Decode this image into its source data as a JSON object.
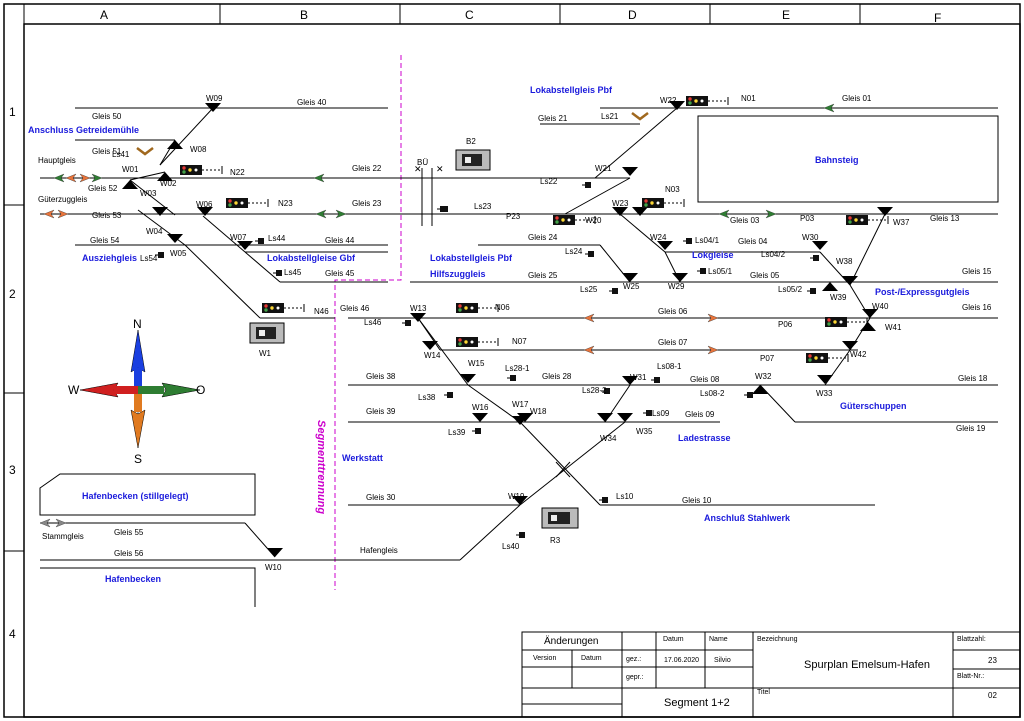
{
  "ruler": {
    "columns": [
      "A",
      "B",
      "C",
      "D",
      "E",
      "F"
    ],
    "rows": [
      "1",
      "2",
      "3",
      "4"
    ]
  },
  "areas": {
    "getreidemuehle": "Anschluss Getreidemühle",
    "ausziehgleis": "Ausziehgleis",
    "lokabstell_gbf": "Lokabstellgleise Gbf",
    "lokabstell_pbf_top": "Lokabstellgleis Pbf",
    "lokabstell_pbf_mid": "Lokabstellgleis Pbf",
    "hilfszuggleis": "Hilfszuggleis",
    "bahnsteig": "Bahnsteig",
    "lokgleise": "Lokgleise",
    "post": "Post-/Expressgutgleis",
    "gueterschuppen": "Güterschuppen",
    "ladestrasse": "Ladestrasse",
    "werkstatt": "Werkstatt",
    "stahlwerk": "Anschluß Stahlwerk",
    "hafenbecken_still": "Hafenbecken (stillgelegt)",
    "hafenbecken": "Hafenbecken",
    "segmenttrennung": "Segmenttrennung"
  },
  "gleise": {
    "g50": "Gleis 50",
    "g40": "Gleis 40",
    "g51": "Gleis 51",
    "hauptgleis": "Hauptgleis",
    "g22": "Gleis 22",
    "g52": "Gleis 52",
    "gueterzug": "Güterzuggleis",
    "g53": "Gleis 53",
    "g23": "Gleis 23",
    "g54": "Gleis 54",
    "g44": "Gleis 44",
    "g45": "Gleis 45",
    "g46": "Gleis 46",
    "g21": "Gleis 21",
    "g01": "Gleis 01",
    "g03": "Gleis 03",
    "g13": "Gleis 13",
    "g24": "Gleis 24",
    "g04": "Gleis 04",
    "g25": "Gleis 25",
    "g05": "Gleis 05",
    "g15": "Gleis 15",
    "g06": "Gleis 06",
    "g16": "Gleis 16",
    "g07": "Gleis 07",
    "g38": "Gleis 38",
    "g28": "Gleis 28",
    "g08": "Gleis 08",
    "g18": "Gleis 18",
    "g39": "Gleis 39",
    "g09": "Gleis 09",
    "g19": "Gleis 19",
    "g30": "Gleis 30",
    "g10": "Gleis 10",
    "g55": "Gleis 55",
    "stammgleis": "Stammgleis",
    "g56": "Gleis 56",
    "hafengleis": "Hafengleis"
  },
  "weichen": {
    "w01": "W01",
    "w02": "W02",
    "w03": "W03",
    "w04": "W04",
    "w05": "W05",
    "w06": "W06",
    "w07": "W07",
    "w08": "W08",
    "w09": "W09",
    "w10": "W10",
    "w13": "W13",
    "w14": "W14",
    "w15": "W15",
    "w16": "W16",
    "w17": "W17",
    "w18": "W18",
    "w19": "W19",
    "w20": "W20",
    "w21": "W21",
    "w22": "W22",
    "w23": "W23",
    "w24": "W24",
    "w25": "W25",
    "w29": "W29",
    "w30": "W30",
    "w31": "W31",
    "w32": "W32",
    "w33": "W33",
    "w34": "W34",
    "w35": "W35",
    "w37": "W37",
    "w38": "W38",
    "w39": "W39",
    "w40": "W40",
    "w41": "W41",
    "w42": "W42"
  },
  "signale": {
    "n01": "N01",
    "n03": "N03",
    "n06": "N06",
    "n07": "N07",
    "n22": "N22",
    "n23": "N23",
    "n46": "N46",
    "p03": "P03",
    "p06": "P06",
    "p07": "P07",
    "p23": "P23",
    "ls05_1": "Ls05/1",
    "ls05_2": "Ls05/2",
    "ls04_1": "Ls04/1",
    "ls04_2": "Ls04/2",
    "ls08_1": "Ls08-1",
    "ls08_2": "Ls08-2",
    "ls09": "Ls09",
    "ls10": "Ls10",
    "ls21": "Ls21",
    "ls22": "Ls22",
    "ls23": "Ls23",
    "ls24": "Ls24",
    "ls25": "Ls25",
    "ls28_1": "Ls28-1",
    "ls28_2": "Ls28-2",
    "ls38": "Ls38",
    "ls39": "Ls39",
    "ls40": "Ls40",
    "ls41": "Ls41",
    "ls44": "Ls44",
    "ls45": "Ls45",
    "ls46": "Ls46",
    "ls54": "Ls54"
  },
  "misc": {
    "bue": "BÜ",
    "b2": "B2",
    "w1": "W1",
    "r3": "R3"
  },
  "compass": {
    "n": "N",
    "s": "S",
    "w": "W",
    "o": "O"
  },
  "titleblock": {
    "aenderungen": "Änderungen",
    "datum": "Datum",
    "name": "Name",
    "version": "Version",
    "datum2": "Datum",
    "gez": "gez.:",
    "gepr": "gepr.:",
    "gez_date": "17.06.2020",
    "gez_name": "Silvio",
    "bezeichnung": "Bezeichnung",
    "title": "Spurplan Emelsum-Hafen",
    "blattzahl": "Blattzahl:",
    "blattzahl_value": "23",
    "blattnr": "Blatt-Nr.:",
    "blattnr_value": "02",
    "titel": "Titel",
    "segment": "Segment 1+2"
  },
  "colors": {
    "track": "#000000",
    "label_blue": "#1a1adc",
    "segment_line": "#cc00cc",
    "arrow_green": "#2e7d32",
    "arrow_orange": "#e8743b",
    "arrow_grey": "#888888",
    "compass_north": "#1a3fe0",
    "compass_south": "#e07a20",
    "compass_west": "#d02020",
    "compass_east": "#2e7d32"
  }
}
